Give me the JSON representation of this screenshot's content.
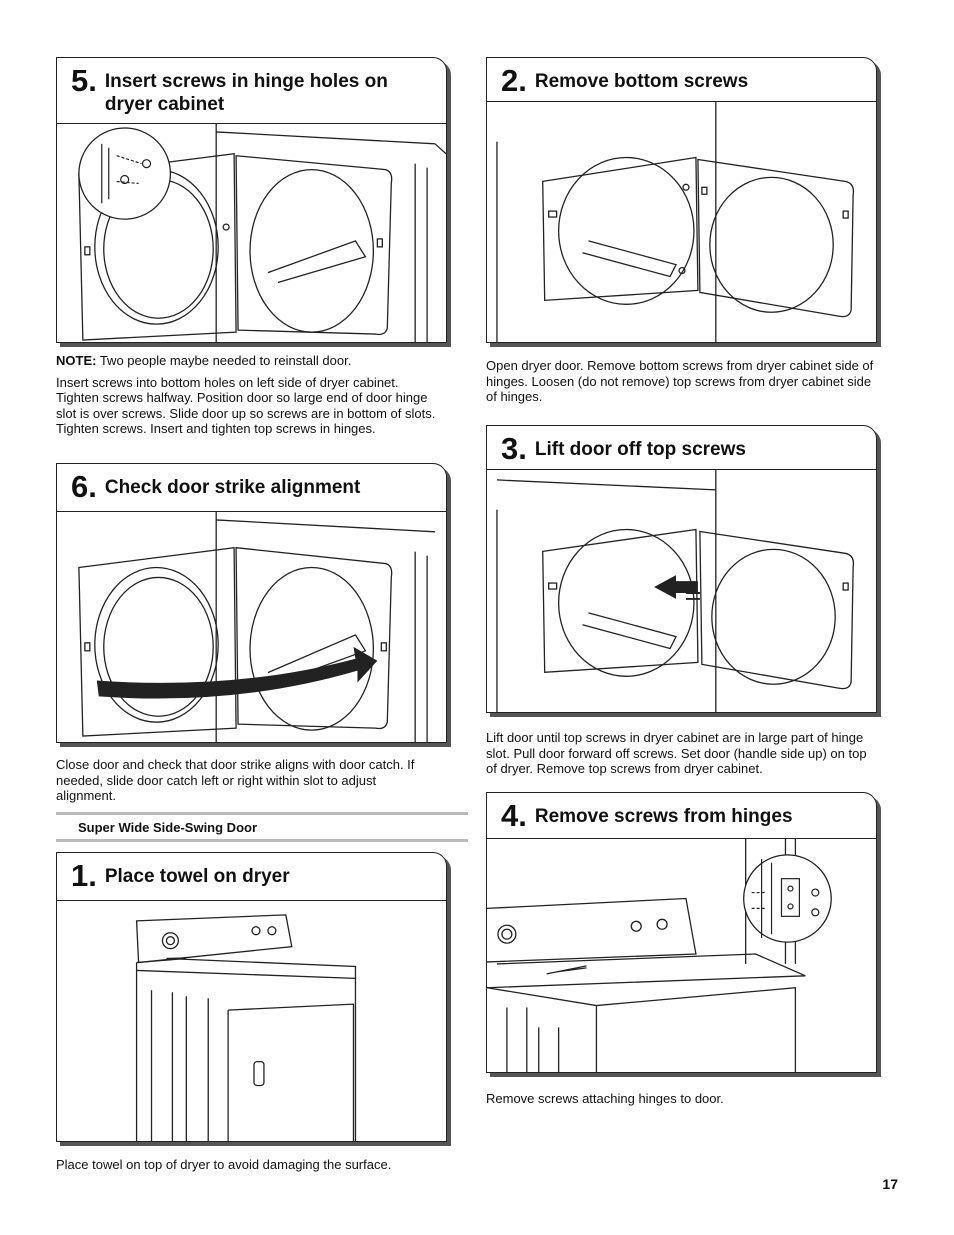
{
  "steps": {
    "s5": {
      "number": "5.",
      "title": "Insert screws in hinge holes on dryer cabinet"
    },
    "s6": {
      "number": "6.",
      "title": "Check door strike alignment"
    },
    "s1": {
      "number": "1.",
      "title": "Place towel on dryer"
    },
    "s2": {
      "number": "2.",
      "title": "Remove bottom screws"
    },
    "s3": {
      "number": "3.",
      "title": "Lift door off top screws"
    },
    "s4": {
      "number": "4.",
      "title": "Remove screws from hinges"
    }
  },
  "text": {
    "s5_note_label": "NOTE:",
    "s5_note": " Two people maybe needed to reinstall door.",
    "s5_body": "Insert screws into bottom holes on left side of dryer cabinet. Tighten screws halfway. Position door so large end of door hinge slot is over screws. Slide door up so screws are in bottom of slots. Tighten screws. Insert and tighten top screws in hinges.",
    "s6_body": "Close door and check that door strike aligns with door catch. If needed, slide door catch left or right within slot to adjust alignment.",
    "s1_body": "Place towel on top of dryer to avoid damaging the surface.",
    "s2_body": "Open dryer door. Remove bottom screws from dryer cabinet side of hinges. Loosen (do not remove) top screws from dryer cabinet side of hinges.",
    "s3_body": "Lift door until top screws in dryer cabinet are in large part of hinge slot. Pull door forward off screws. Set door (handle side up) on top of dryer. Remove top screws from dryer cabinet.",
    "s4_body": "Remove screws attaching hinges to door."
  },
  "section": {
    "label": "Super Wide Side-Swing Door"
  },
  "page": {
    "number": "17"
  }
}
